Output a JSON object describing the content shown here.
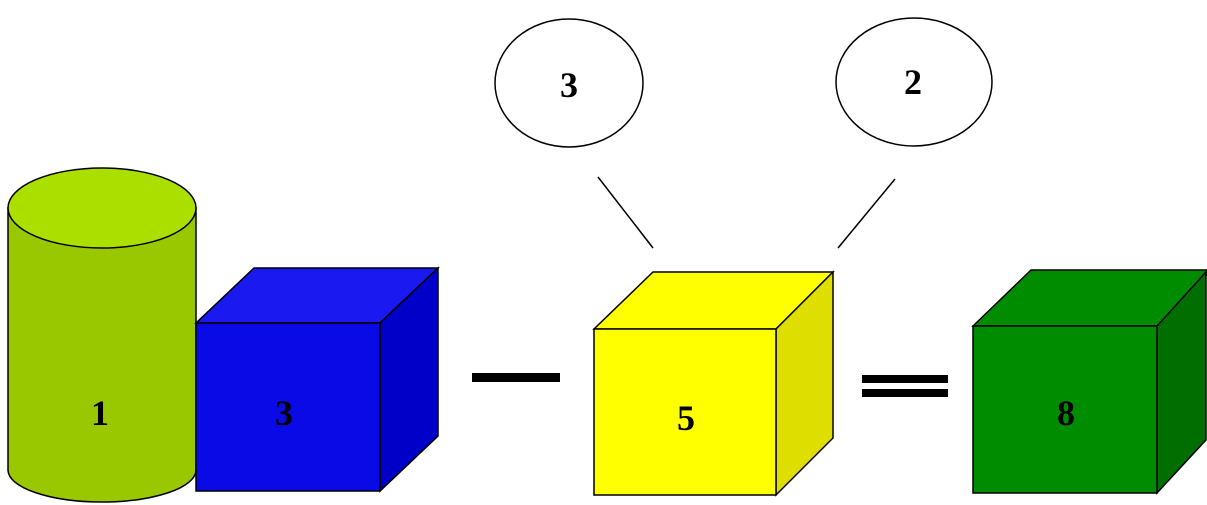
{
  "shapes": {
    "cylinder": {
      "label": "1",
      "top_color": "#aadf00",
      "body_color": "#99c800"
    },
    "blue_cube": {
      "label": "3",
      "front": "#0a0ae6",
      "top": "#1a1af0",
      "side": "#0000c8"
    },
    "yellow_cube": {
      "label": "5",
      "front": "#ffff00",
      "top": "#ffff00",
      "side": "#dede00"
    },
    "green_cube": {
      "label": "8",
      "front": "#008c00",
      "top": "#008c00",
      "side": "#006e00"
    }
  },
  "bubbles": {
    "left": {
      "label": "3"
    },
    "right": {
      "label": "2"
    }
  },
  "operators": {
    "minus": "minus",
    "equals": "equals"
  }
}
